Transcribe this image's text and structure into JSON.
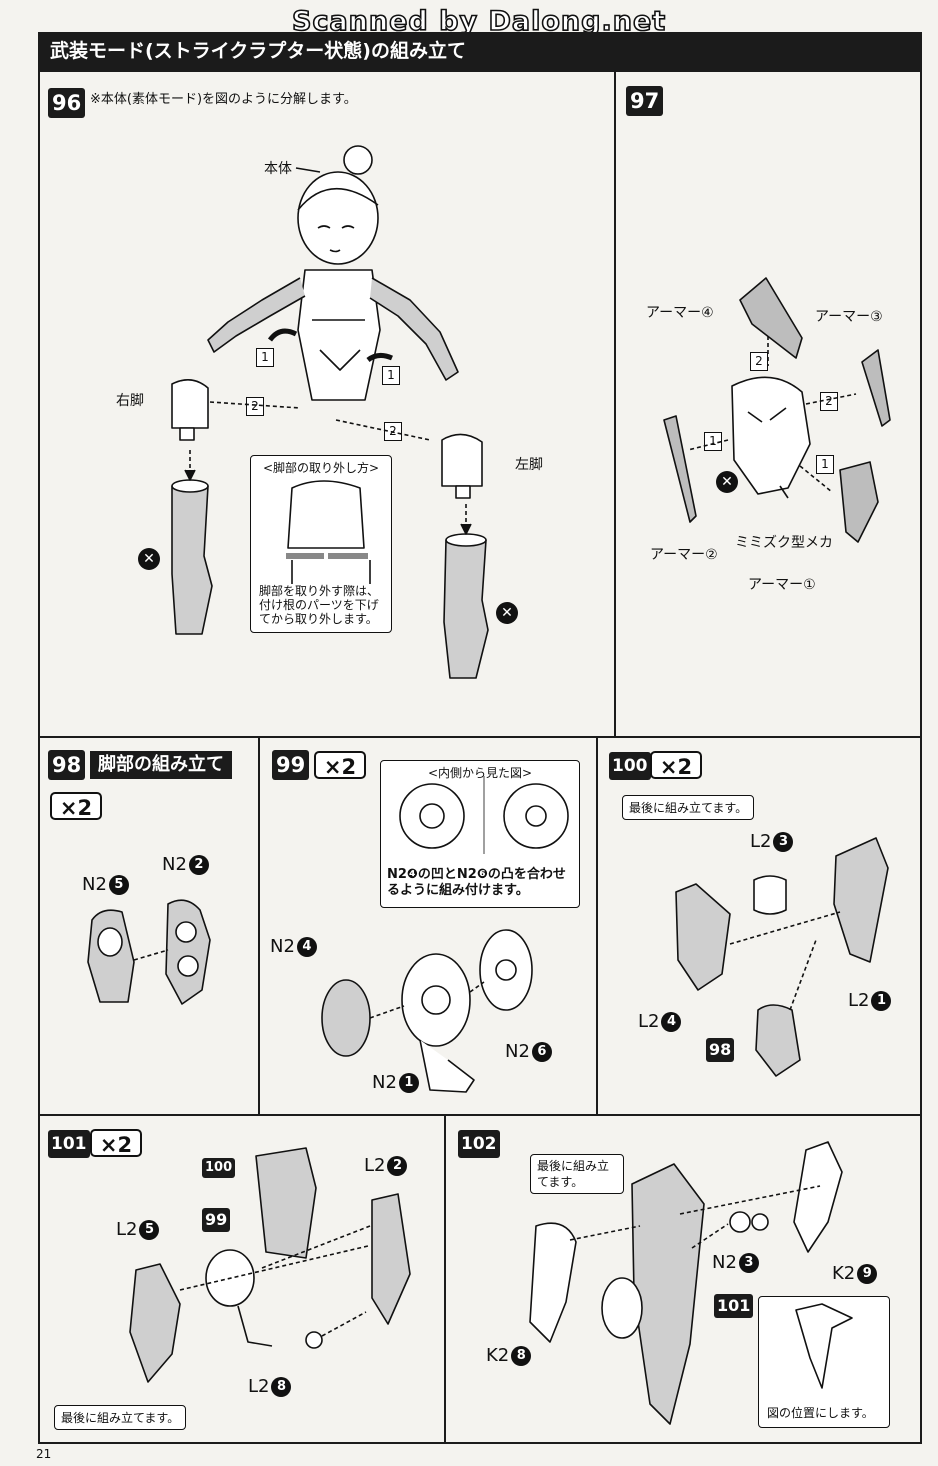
{
  "watermark": "Scanned by Dalong.net",
  "header_title": "武装モード(ストライクラプター状態)の組み立て",
  "page_number": "21",
  "step96": {
    "number": "96",
    "instruction": "※本体(素体モード)を図のように分解します。",
    "label_body": "本体",
    "label_right_leg": "右脚",
    "label_left_leg": "左脚",
    "inset_title": "<脚部の取り外し方>",
    "inset_text": "脚部を取り外す際は、付け根のパーツを下げてから取り外します。",
    "seq1": "1",
    "seq2": "2"
  },
  "step97": {
    "number": "97",
    "armor4": "アーマー④",
    "armor3": "アーマー③",
    "armor2": "アーマー②",
    "armor1": "アーマー①",
    "mecha": "ミミズク型メカ"
  },
  "step98": {
    "number": "98",
    "title": "脚部の組み立て",
    "qty": "×2",
    "part_a": "N2",
    "part_a_num": "5",
    "part_b": "N2",
    "part_b_num": "2"
  },
  "step99": {
    "number": "99",
    "qty": "×2",
    "inset_title": "<内側から見た図>",
    "inset_text": "N2❹の凹とN2❻の凸を合わせるように組み付けます。",
    "p1": "N2",
    "p1_num": "4",
    "p2": "N2",
    "p2_num": "6",
    "p3": "N2",
    "p3_num": "1"
  },
  "step100": {
    "number": "100",
    "qty": "×2",
    "callout": "最後に組み立てます。",
    "p1": "L2",
    "p1_num": "3",
    "p2": "L2",
    "p2_num": "1",
    "p3": "L2",
    "p3_num": "4",
    "ref": "98"
  },
  "step101": {
    "number": "101",
    "qty": "×2",
    "ref_a": "100",
    "ref_b": "99",
    "p1": "L2",
    "p1_num": "2",
    "p2": "L2",
    "p2_num": "5",
    "p3": "L2",
    "p3_num": "8",
    "callout": "最後に組み立てます。"
  },
  "step102": {
    "number": "102",
    "callout": "最後に組み立てます。",
    "p1": "N2",
    "p1_num": "3",
    "p2": "K2",
    "p2_num": "9",
    "p3": "K2",
    "p3_num": "8",
    "ref": "101",
    "inset_text": "図の位置にします。"
  }
}
